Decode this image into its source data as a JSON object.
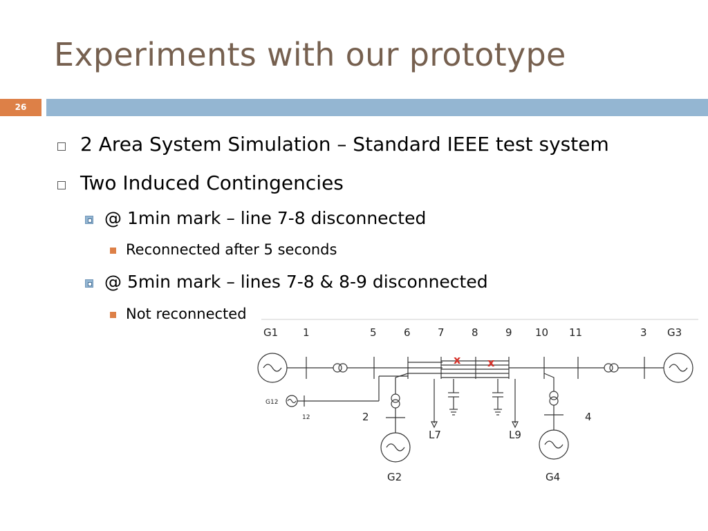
{
  "slide": {
    "title": "Experiments with our prototype",
    "page_number": "26",
    "accent_color": "#dd8047",
    "bar_color": "#94b6d2",
    "title_color": "#76604f"
  },
  "bullets": [
    {
      "level": 1,
      "text": "2 Area System Simulation – Standard IEEE test system"
    },
    {
      "level": 1,
      "text": "Two Induced Contingencies"
    },
    {
      "level": 2,
      "text": "@ 1min mark – line 7-8 disconnected"
    },
    {
      "level": 3,
      "text": "Reconnected after 5 seconds"
    },
    {
      "level": 2,
      "text": "@ 5min mark – lines 7-8 & 8-9 disconnected"
    },
    {
      "level": 3,
      "text": "Not reconnected"
    }
  ],
  "diagram": {
    "top_labels": {
      "g1": "G1",
      "b1": "1",
      "b5": "5",
      "b6": "6",
      "b7": "7",
      "b8": "8",
      "b9": "9",
      "b10": "10",
      "b11": "11",
      "b3": "3",
      "g3": "G3"
    },
    "g12_label": "G12",
    "bus12_label": "12",
    "bus2_label": "2",
    "bus4_label": "4",
    "g2_label": "G2",
    "g4_label": "G4",
    "l7_label": "L7",
    "l9_label": "L9",
    "fault_mark": "x"
  }
}
